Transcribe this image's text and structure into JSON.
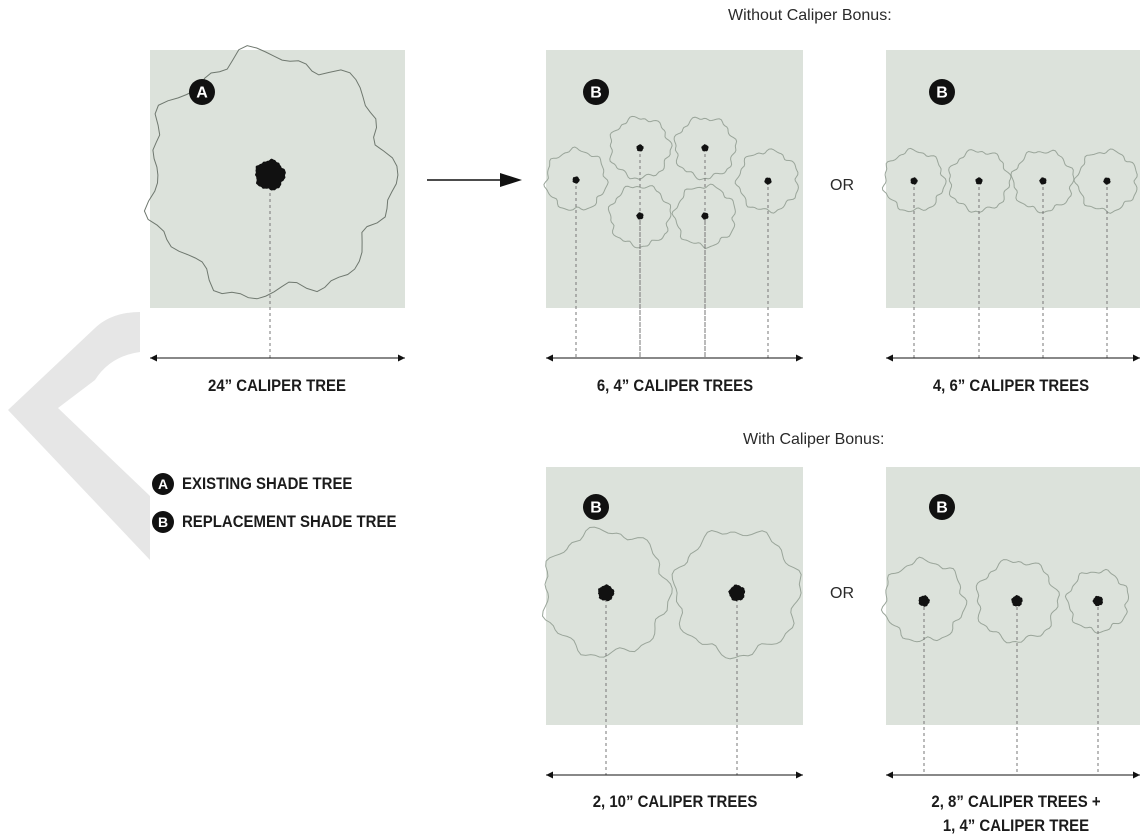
{
  "sections": {
    "without_bonus": "Without Caliper Bonus:",
    "with_bonus": "With Caliper Bonus:"
  },
  "or_label": "OR",
  "panels": [
    {
      "id": "existing",
      "badge": "A",
      "caption": "24” CALIPER TREE"
    },
    {
      "id": "six-four",
      "badge": "B",
      "caption": "6, 4” CALIPER TREES"
    },
    {
      "id": "four-six",
      "badge": "B",
      "caption": "4, 6” CALIPER TREES"
    },
    {
      "id": "two-ten",
      "badge": "B",
      "caption": "2, 10” CALIPER TREES"
    },
    {
      "id": "mixed",
      "badge": "B",
      "caption_line1": "2, 8” CALIPER TREES +",
      "caption_line2": "1, 4” CALIPER TREE"
    }
  ],
  "legend": [
    {
      "badge": "A",
      "label": "EXISTING SHADE TREE"
    },
    {
      "badge": "B",
      "label": "REPLACEMENT SHADE TREE"
    }
  ],
  "colors": {
    "panel": "#dce2db",
    "ink": "#111111",
    "canopy_stroke": "#9aa59a",
    "chevron": "#e6e6e6"
  }
}
